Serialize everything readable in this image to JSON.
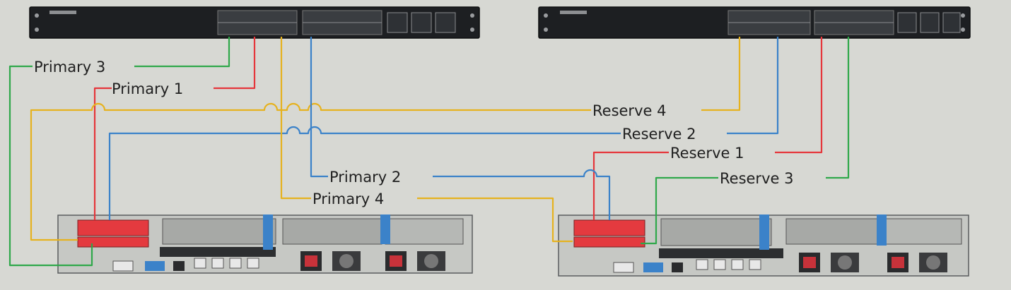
{
  "colors": {
    "background": "#d7d8d3",
    "switch_body": "#1d1f22",
    "server_body": "#c6c8c4",
    "green": "#2fa84a",
    "red": "#e5363b",
    "yellow": "#e6b21f",
    "blue": "#3b82c9"
  },
  "switches": [
    {
      "name": "switch-left"
    },
    {
      "name": "switch-right"
    }
  ],
  "servers": [
    {
      "name": "server-left"
    },
    {
      "name": "server-right"
    }
  ],
  "links": [
    {
      "label": "Primary 3",
      "color": "green"
    },
    {
      "label": "Primary 1",
      "color": "red"
    },
    {
      "label": "Reserve 4",
      "color": "yellow"
    },
    {
      "label": "Reserve 2",
      "color": "blue"
    },
    {
      "label": "Reserve 1",
      "color": "red"
    },
    {
      "label": "Primary 2",
      "color": "blue"
    },
    {
      "label": "Reserve 3",
      "color": "green"
    },
    {
      "label": "Primary 4",
      "color": "yellow"
    }
  ]
}
